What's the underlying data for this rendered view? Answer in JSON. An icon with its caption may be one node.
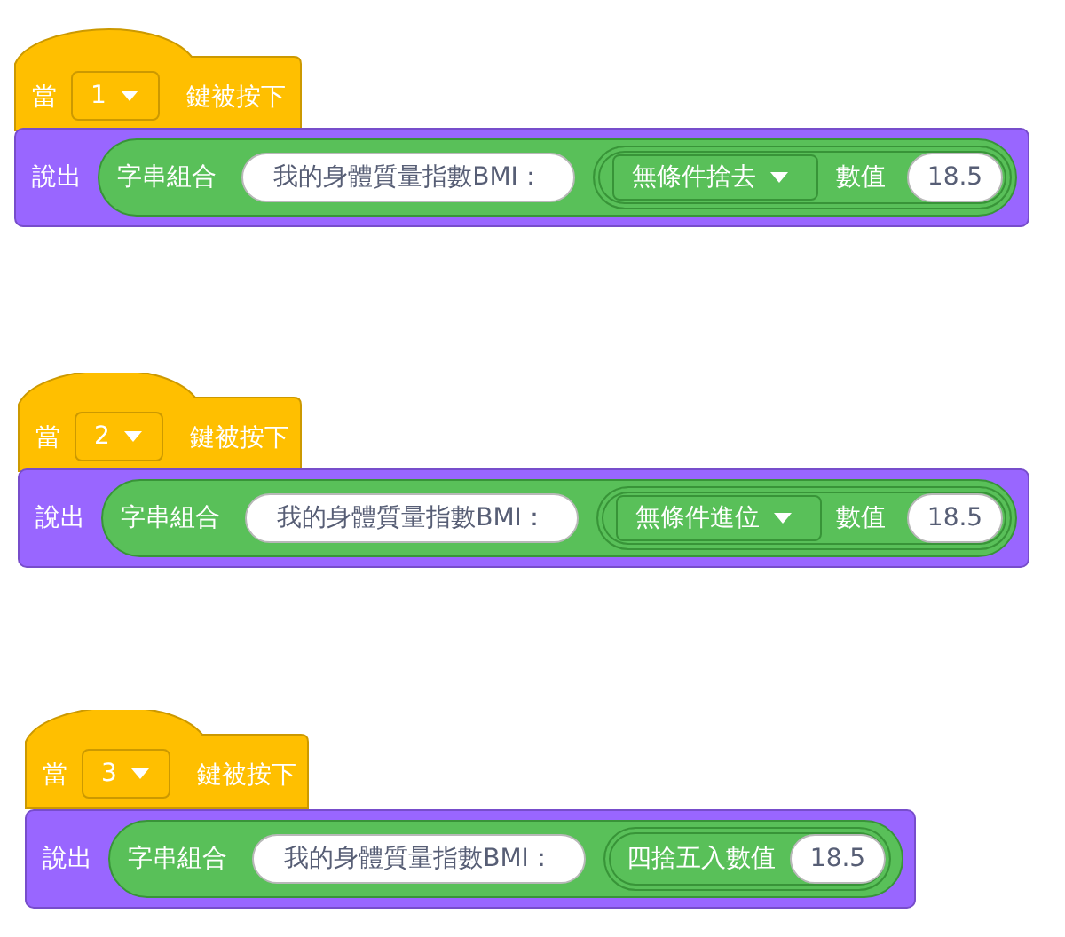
{
  "diagram": {
    "nodes": [
      {
        "text": [
          "當",
          "鍵被按下"
        ]
      },
      {
        "text": [
          "1"
        ],
        "in": 0
      },
      {
        "text": [
          "說出"
        ]
      },
      {
        "text": [
          "字串組合"
        ],
        "in": 2
      },
      {
        "text": [
          "我的身體質量指數BMI："
        ],
        "in": 3
      },
      {
        "text": [
          "數值"
        ],
        "in": 3
      },
      {
        "text": [
          "無條件捨去"
        ],
        "in": 5
      },
      {
        "text": [
          "18.5"
        ],
        "in": 5
      },
      {
        "text": [
          "當",
          "鍵被按下"
        ]
      },
      {
        "text": [
          "2"
        ],
        "in": 8
      },
      {
        "text": [
          "說出"
        ]
      },
      {
        "text": [
          "字串組合"
        ],
        "in": 10
      },
      {
        "text": [
          "我的身體質量指數BMI："
        ],
        "in": 11
      },
      {
        "text": [
          "數值"
        ],
        "in": 11
      },
      {
        "text": [
          "無條件進位"
        ],
        "in": 13
      },
      {
        "text": [
          "18.5"
        ],
        "in": 13
      },
      {
        "text": [
          "當",
          "鍵被按下"
        ]
      },
      {
        "text": [
          "3"
        ],
        "in": 16
      },
      {
        "text": [
          "說出"
        ]
      },
      {
        "text": [
          "字串組合"
        ],
        "in": 18
      },
      {
        "text": [
          "我的身體質量指數BMI："
        ],
        "in": 19
      },
      {
        "text": [
          "四捨五入數值"
        ],
        "in": 19
      },
      {
        "text": [
          "18.5"
        ],
        "in": 21
      }
    ]
  }
}
